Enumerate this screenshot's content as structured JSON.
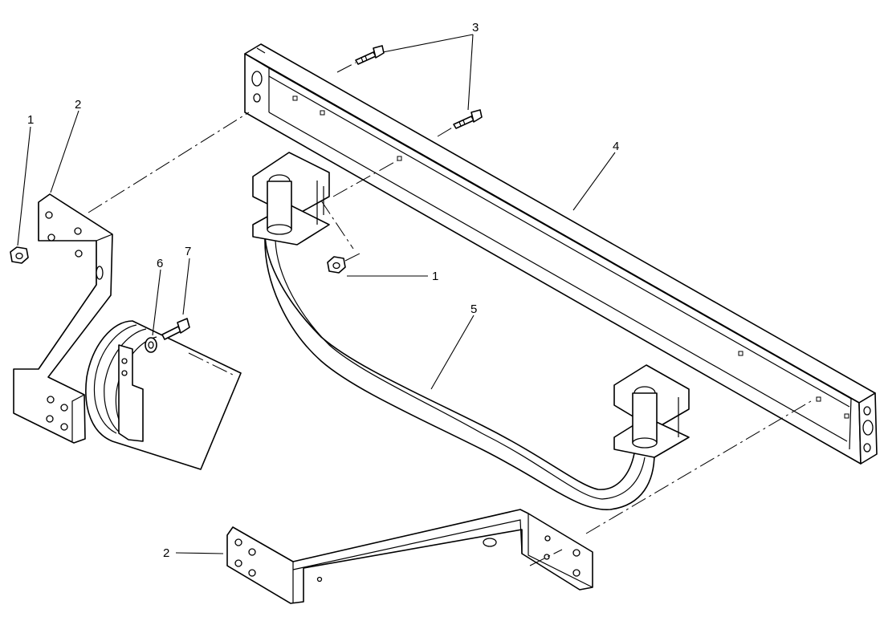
{
  "callouts": {
    "c1_left": "1",
    "c1_right": "1",
    "c2_top": "2",
    "c2_bottom": "2",
    "c3": "3",
    "c4": "4",
    "c5": "5",
    "c6": "6",
    "c7": "7"
  }
}
